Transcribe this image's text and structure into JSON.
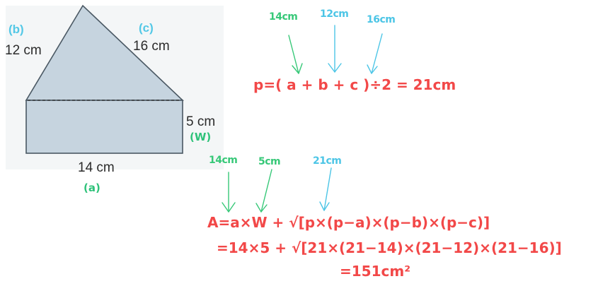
{
  "figure": {
    "labels": {
      "b": "(b)",
      "c": "(c)",
      "left_side": "12 cm",
      "right_side": "16 cm",
      "height": "5 cm",
      "w": "(W)",
      "bottom": "14 cm",
      "a": "(a)"
    }
  },
  "perimeter_step": {
    "annotations": [
      "14cm",
      "12cm",
      "16cm"
    ],
    "formula": "p=( a + b + c )÷2 = 21cm"
  },
  "area_step": {
    "annotations": [
      "14cm",
      "5cm",
      "21cm"
    ],
    "line1": "A=a×W + √[p×(p−a)×(p−b)×(p−c)]",
    "line2": "=14×5 + √[21×(21−14)×(21−12)×(21−16)]",
    "line3": "=151cm²"
  },
  "colors": {
    "shape_fill": "#c6d4df",
    "shape_stroke": "#4a5863",
    "green": "#37c878",
    "blue": "#4cc5e6",
    "red": "#f24848"
  }
}
